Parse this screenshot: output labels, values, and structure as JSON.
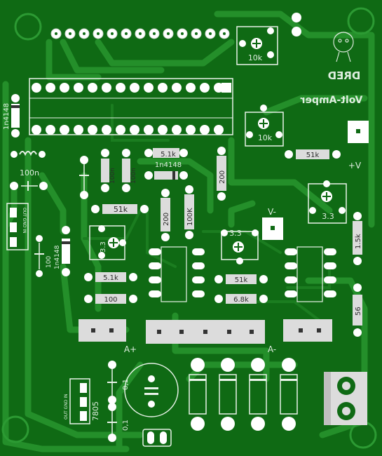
{
  "board": {
    "title_dred": "DRED",
    "title_volt_amper": "Volt-Amper",
    "colors": {
      "board": "#0f6a14",
      "trace": "#1f8b26",
      "silk": "#e8f2e8",
      "pad": "#ffffff",
      "body": "#dcdcdc"
    }
  },
  "labels": {
    "l_1n4148_a": "1n4148",
    "l_100n_a": "100n",
    "l_100n_b": "100n",
    "l_100n_c": "100n",
    "l_100n_left": "100n",
    "l_51k_a": "5.1k",
    "l_1n4148_b": "1n4148",
    "l_51k_mid": "51k",
    "l_200_a": "200",
    "l_200_b": "200",
    "l_100k": "100K",
    "l_33_a": "3.3",
    "l_33_b": "3.3",
    "l_33_c": "3.3",
    "l_51k_left": "5.1k",
    "l_100": "100",
    "l_51k_b": "51k",
    "l_68k": "6.8k",
    "l_15k": "1.5k",
    "l_56": "56",
    "l_10k_a": "10k",
    "l_10k_b": "10k",
    "l_51k_right": "51k",
    "l_vplus": "V+",
    "l_vminus": "-V",
    "l_aplus": "+A",
    "l_aminus": "-A",
    "l_1n4148_c": "1n4148",
    "l_100_c": "100",
    "l_01_a": "0,1",
    "l_01_b": "0,1",
    "l_7805": "7805",
    "l_out_gnd_in_a": "OUT GND IN",
    "l_out_gnd_in_b": "OUT GND IN"
  }
}
